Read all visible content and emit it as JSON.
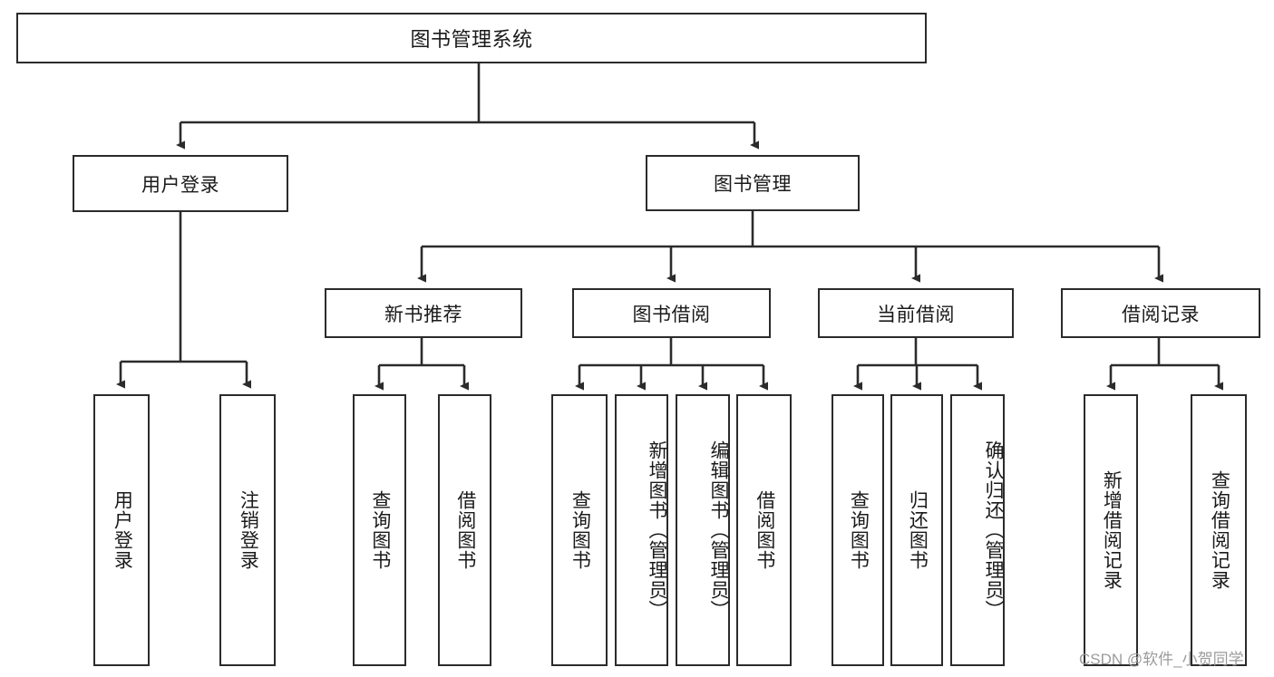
{
  "diagram": {
    "title": "图书管理系统",
    "watermark": "CSDN @软件_小贺同学",
    "line_color": "#2b2b2b",
    "box_fill": "#ffffff",
    "text_color": "#1a1a1a"
  },
  "levels": {
    "root": {
      "label": "图书管理系统"
    },
    "level2": [
      {
        "label": "用户登录"
      },
      {
        "label": "图书管理"
      }
    ],
    "level3": [
      {
        "label": "新书推荐"
      },
      {
        "label": "图书借阅"
      },
      {
        "label": "当前借阅"
      },
      {
        "label": "借阅记录"
      }
    ],
    "leaves": {
      "user_login": [
        {
          "label": "用户登录"
        },
        {
          "label": "注销登录"
        }
      ],
      "new_book_recommend": [
        {
          "label": "查询图书"
        },
        {
          "label": "借阅图书"
        }
      ],
      "book_borrow": [
        {
          "label": "查询图书"
        },
        {
          "label": "新增图书（管理员）"
        },
        {
          "label": "编辑图书（管理员）"
        },
        {
          "label": "借阅图书"
        }
      ],
      "current_borrow": [
        {
          "label": "查询图书"
        },
        {
          "label": "归还图书"
        },
        {
          "label": "确认归还（管理员）"
        }
      ],
      "borrow_record": [
        {
          "label": "新增借阅记录"
        },
        {
          "label": "查询借阅记录"
        }
      ]
    }
  }
}
